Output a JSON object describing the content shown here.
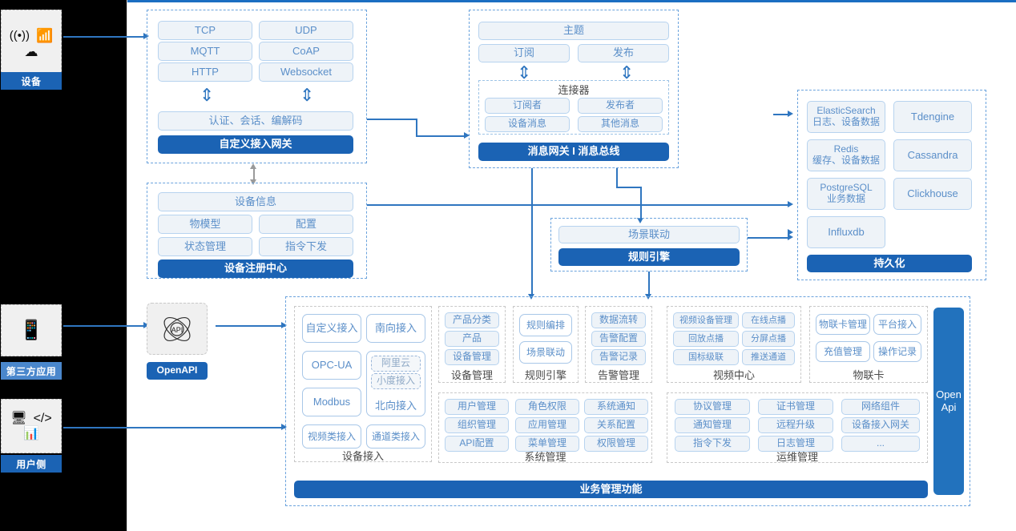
{
  "rail": {
    "blocks": [
      {
        "name": "device",
        "label": "设备",
        "icons": [
          "wifi-signal-icon",
          "router-icon",
          "cloud-icon"
        ]
      },
      {
        "name": "third-party-app",
        "label": "第三方应用",
        "icons": [
          "mobile-phone-icon"
        ]
      },
      {
        "name": "user-side",
        "label": "用户侧",
        "icons": [
          "app-window-icon",
          "code-window-icon",
          "dashboard-chart-icon"
        ]
      }
    ]
  },
  "access_gateway": {
    "protocols": [
      "TCP",
      "UDP",
      "MQTT",
      "CoAP",
      "HTTP",
      "Websocket"
    ],
    "middle": "认证、会话、编解码",
    "bar": "自定义接入网关"
  },
  "message_bus": {
    "topic": "主题",
    "subscribe": "订阅",
    "publish": "发布",
    "connector_title": "连接器",
    "connector_items": [
      "订阅者",
      "发布者",
      "设备消息",
      "其他消息"
    ],
    "bar": "消息网关 I 消息总线"
  },
  "device_registry": {
    "info": "设备信息",
    "items": [
      "物模型",
      "配置",
      "状态管理",
      "指令下发"
    ],
    "bar": "设备注册中心"
  },
  "rule_engine": {
    "scene": "场景联动",
    "bar": "规则引擎"
  },
  "persistence": {
    "left": [
      {
        "name": "ElasticSearch",
        "desc": "日志、设备数据"
      },
      {
        "name": "Redis",
        "desc": "缓存、设备数据"
      },
      {
        "name": "PostgreSQL",
        "desc": "业务数据"
      },
      {
        "name": "Influxdb",
        "desc": ""
      }
    ],
    "right": [
      "Tdengine",
      "Cassandra",
      "Clickhouse"
    ],
    "bar": "持久化"
  },
  "openapi": {
    "logo_text": "API",
    "label": "OpenAPI",
    "side_bar": "Open Api"
  },
  "business": {
    "bar": "业务管理功能",
    "columns": [
      {
        "title": "设备接入",
        "kind": "access",
        "left": [
          "自定义接入",
          "OPC-UA",
          "Modbus",
          "视频类接入"
        ],
        "right": [
          "南向接入",
          "北向接入",
          "通道类接入"
        ],
        "nested": [
          "阿里云",
          "小度接入"
        ]
      },
      {
        "title": "设备管理",
        "items": [
          "产品分类",
          "产品",
          "设备管理"
        ]
      },
      {
        "title": "规则引擎",
        "items": [
          "规则编排",
          "场景联动"
        ]
      },
      {
        "title": "告警管理",
        "items": [
          "数据流转",
          "告警配置",
          "告警记录"
        ]
      },
      {
        "title": "视频中心",
        "items": [
          "视频设备管理",
          "在线点播",
          "回放点播",
          "分屏点播",
          "国标级联",
          "推送通道"
        ]
      },
      {
        "title": "物联卡",
        "items": [
          "物联卡管理",
          "平台接入",
          "充值管理",
          "操作记录"
        ]
      },
      {
        "title": "系统管理",
        "items": [
          "用户管理",
          "角色权限",
          "系统通知",
          "组织管理",
          "应用管理",
          "关系配置",
          "API配置",
          "菜单管理",
          "权限管理"
        ]
      },
      {
        "title": "运维管理",
        "items": [
          "协议管理",
          "证书管理",
          "网络组件",
          "通知管理",
          "远程升级",
          "设备接入网关",
          "指令下发",
          "日志管理",
          "..."
        ]
      }
    ]
  },
  "colors": {
    "primary": "#1b63b4",
    "accent": "#2272bd",
    "pill_text": "#5b8fc9",
    "pill_bg": "#eef3f8",
    "dashed_border": "#6ba3dd",
    "rail_bg": "#000000"
  }
}
